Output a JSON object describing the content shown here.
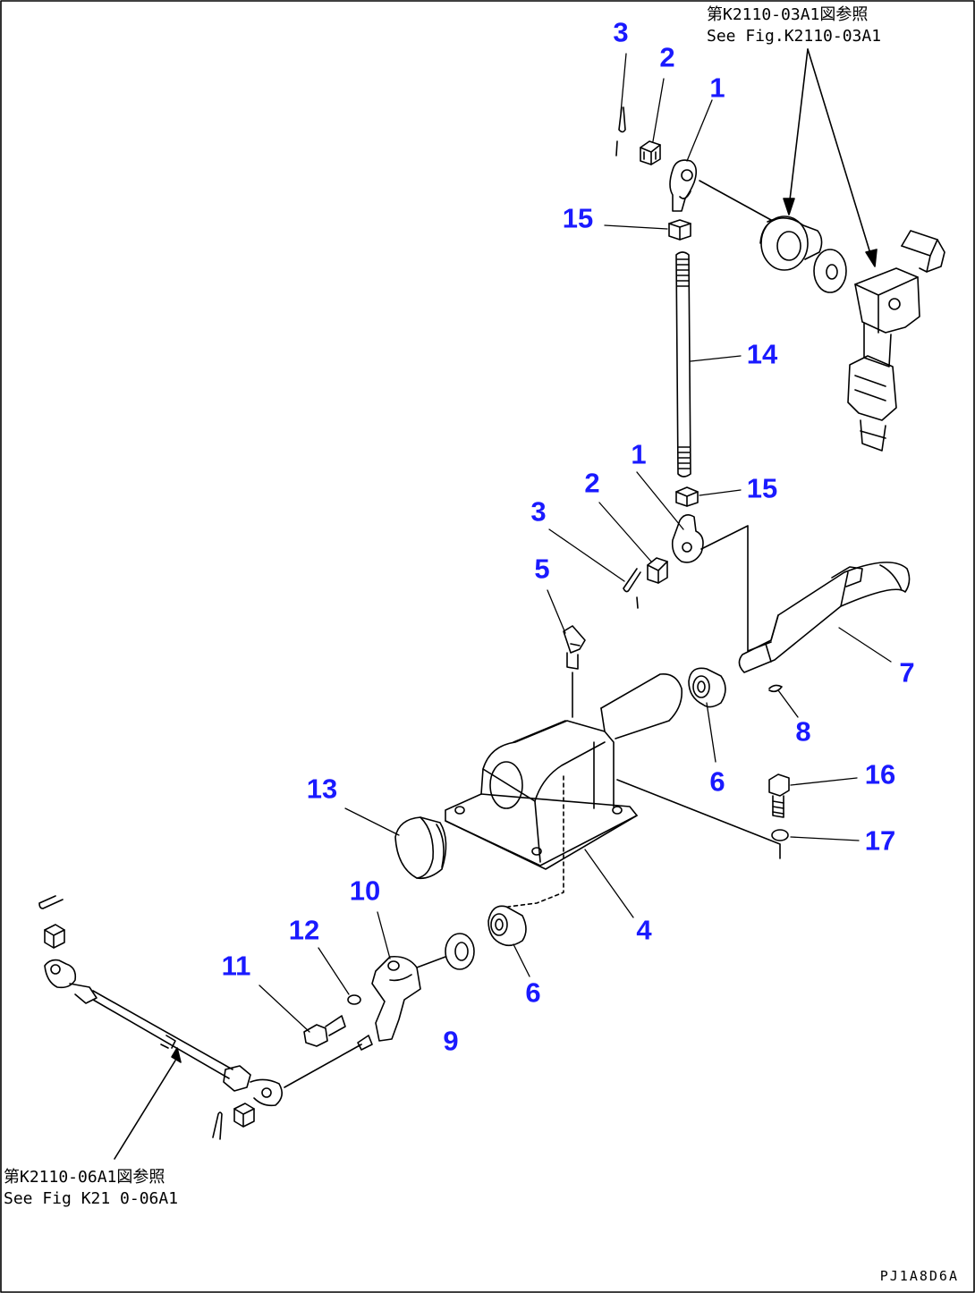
{
  "references": {
    "top": {
      "line_jp": "第K2110-03A1図参照",
      "line_en": "See Fig.K2110-03A1"
    },
    "bottom": {
      "line_jp": "第K2110-06A1図参照",
      "line_en": "See Fig K21 0-06A1"
    }
  },
  "figure_code": "PJ1A8D6A",
  "colors": {
    "callout": "#1a1aff",
    "line": "#000000"
  },
  "callouts": [
    "3",
    "2",
    "1",
    "15",
    "14",
    "1",
    "2",
    "3",
    "15",
    "5",
    "7",
    "8",
    "6",
    "16",
    "13",
    "17",
    "4",
    "10",
    "12",
    "11",
    "6",
    "9"
  ]
}
